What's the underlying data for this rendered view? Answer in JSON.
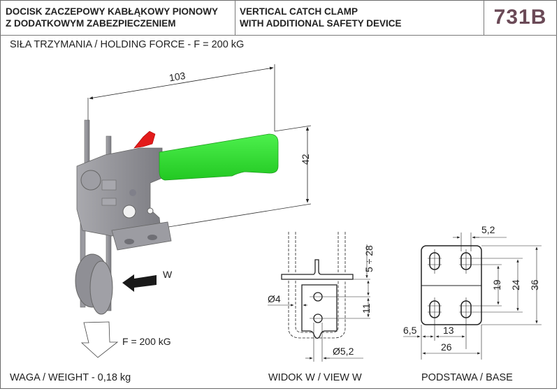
{
  "header": {
    "title_pl_line1": "DOCISK ZACZEPOWY KABŁĄKOWY PIONOWY",
    "title_pl_line2": "Z DODATKOWYM ZABEZPIECZENIEM",
    "title_en_line1": "VERTICAL CATCH CLAMP",
    "title_en_line2": "WITH ADDITIONAL SAFETY DEVICE",
    "model_code": "731B"
  },
  "specs": {
    "holding_force": "SIŁA TRZYMANIA / HOLDING FORCE - F = 200 kG",
    "weight": "WAGA / WEIGHT - 0,18 kg",
    "force_label": "F = 200 kG",
    "view_arrow_label": "W"
  },
  "main_view": {
    "dim_length": "103",
    "dim_height": "42"
  },
  "view_w": {
    "caption": "WIDOK W / VIEW W",
    "dim_range": "5 ÷ 28",
    "dim_spacing": "11",
    "dim_wire_dia": "Ø4",
    "dim_hole_dia": "Ø5,2"
  },
  "base": {
    "caption": "PODSTAWA / BASE",
    "dim_slot_width": "5,2",
    "dim_inner": "19",
    "dim_mid": "24",
    "dim_height": "36",
    "dim_edge": "6,5",
    "dim_spacing": "13",
    "dim_width": "26"
  },
  "colors": {
    "model_code": "#6b4a57",
    "handle": "#33dd33",
    "safety_lever": "#e31b1b",
    "metal": "#8d8d92"
  }
}
